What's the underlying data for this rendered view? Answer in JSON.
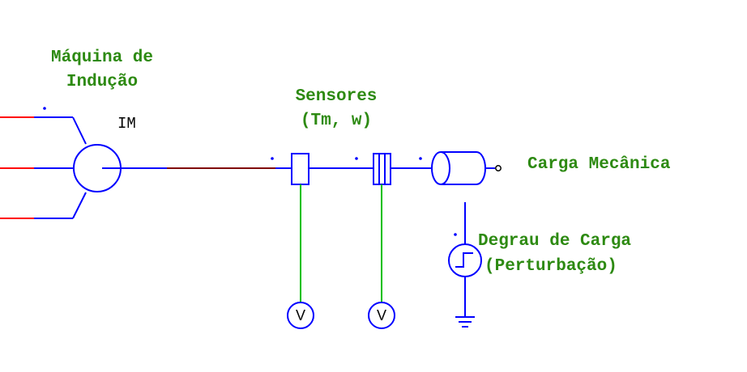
{
  "labels": {
    "machine_line1": "Máquina de",
    "machine_line2": "Indução",
    "machine_tag": "IM",
    "sensors_line1": "Sensores",
    "sensors_line2": "(Tm, w)",
    "load": "Carga Mecânica",
    "step_line1": "Degrau de Carga",
    "step_line2": "(Perturbação)",
    "meter1": "V",
    "meter2": "V"
  },
  "colors": {
    "blue": "#0000ff",
    "red": "#ff0000",
    "green": "#00c000",
    "brown": "#800000",
    "label_green": "#2d8a12",
    "black": "#000000"
  },
  "icons": {
    "induction_machine": "induction-machine-icon",
    "torque_sensor": "torque-sensor-icon",
    "speed_sensor": "speed-sensor-icon",
    "mechanical_load": "mechanical-load-icon",
    "step_source": "step-source-icon",
    "voltmeter": "voltmeter-icon",
    "ground": "ground-icon"
  }
}
